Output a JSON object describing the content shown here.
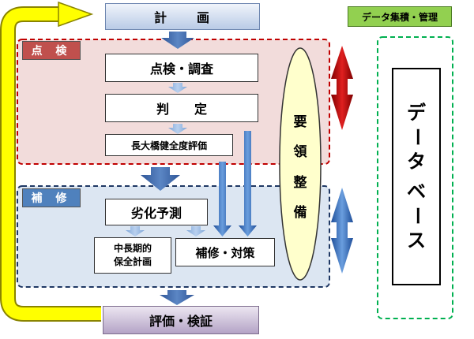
{
  "header": {
    "plan": "計　　画",
    "db_label": "データ集積・管理"
  },
  "inspection": {
    "tag": "点 検",
    "check": "点検・調査",
    "judge": "判　　定",
    "evaluation": "長大橋健全度評価"
  },
  "repair": {
    "tag": "補 修",
    "prediction": "劣化予測",
    "long_term_plan_line1": "中長期的",
    "long_term_plan_line2": "保全計画",
    "measures": "補修・対策"
  },
  "guideline": [
    "要",
    "領",
    "整",
    "備"
  ],
  "database": [
    "デ",
    "ー",
    "タ",
    "ベ",
    "ー",
    "ス"
  ],
  "footer": {
    "verify": "評価・検証"
  },
  "colors": {
    "inspection_fill": "#f2dcdb",
    "inspection_border": "#c00000",
    "inspection_tag": "#c0504d",
    "repair_fill": "#dce6f2",
    "repair_border": "#1f3864",
    "repair_tag": "#4f81bd",
    "guideline_fill": "#ffffcc",
    "loop_arrow": "#ffff00",
    "db_label_fill": "#92d050",
    "db_border": "#00b050"
  }
}
